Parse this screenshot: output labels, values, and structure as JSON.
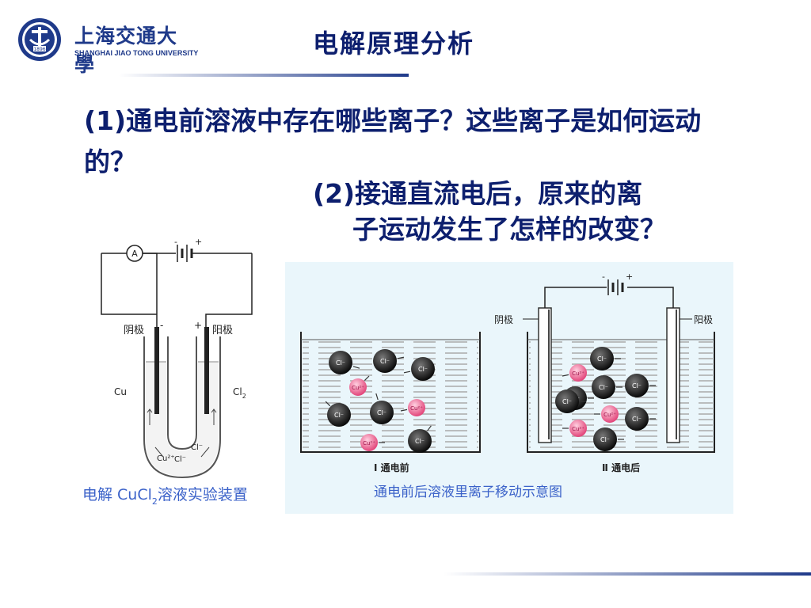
{
  "header": {
    "logo_cn": "上海交通大學",
    "logo_en": "SHANGHAI JIAO TONG UNIVERSITY",
    "logo_year": "1896",
    "title": "电解原理分析"
  },
  "questions": {
    "q1": "(1)通电前溶液中存在哪些离子？这些离子是如何运动的？",
    "q2_line1": "(2)接通直流电后，原来的离",
    "q2_line2": "子运动发生了怎样的改变？"
  },
  "left_figure": {
    "ammeter": "A",
    "battery_minus": "-",
    "battery_plus": "+",
    "cathode": "阴极",
    "anode": "阳极",
    "cathode_sign": "-",
    "anode_sign": "+",
    "left_material": "Cu",
    "right_material": "Cl",
    "right_material_sub": "2",
    "ion_cu": "Cu²⁺",
    "ion_cl1": "Cl⁻",
    "ion_cl2": "Cl⁻",
    "caption_prefix": "电解 CuCl",
    "caption_sub": "2",
    "caption_suffix": "溶液实验装置"
  },
  "right_figure": {
    "battery_minus": "-",
    "battery_plus": "+",
    "cathode": "阴极",
    "anode": "阳极",
    "cl_label": "Cl⁻",
    "cu_label": "Cu²⁺",
    "beaker1_label": "Ⅰ 通电前",
    "beaker2_label": "Ⅱ 通电后",
    "caption": "通电前后溶液里离子移动示意图"
  },
  "colors": {
    "title_text": "#0d1f6e",
    "caption_blue": "#3b62c9",
    "cl_ion": "#1a1a1a",
    "cu_ion": "#e2457a",
    "panel_bg": "#eaf6fb"
  }
}
